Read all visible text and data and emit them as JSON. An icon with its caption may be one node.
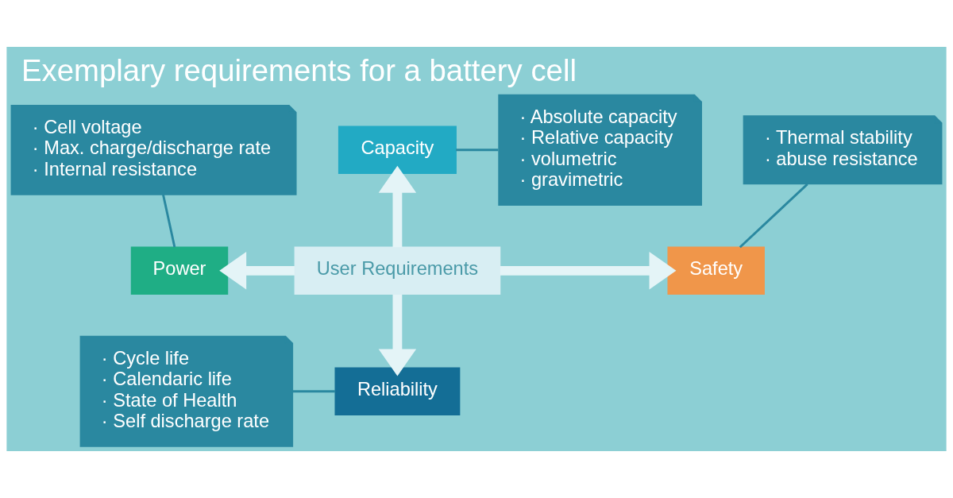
{
  "diagram": {
    "title": "Exemplary requirements for a battery cell",
    "nodes": [
      {
        "text": [
          "User Requirements"
        ]
      },
      {
        "text": [
          "Capacity"
        ]
      },
      {
        "text": [
          "Safety"
        ]
      },
      {
        "text": [
          "Power"
        ]
      },
      {
        "text": [
          "Reliability"
        ]
      },
      {
        "text": [
          "· Absolute capacity",
          "· Relative capacity",
          "· volumetric",
          "· gravimetric"
        ]
      },
      {
        "text": [
          "· Thermal stability",
          "· abuse resistance"
        ]
      },
      {
        "text": [
          "· Cell voltage",
          "· Max. charge/discharge rate",
          "· Internal resistance"
        ]
      },
      {
        "text": [
          "· Cycle life",
          "· Calendaric life",
          "· State of Health",
          "· Self discharge rate"
        ]
      }
    ],
    "edges": [
      {
        "from": 0,
        "to": 1,
        "arrow": "to",
        "style": "thick"
      },
      {
        "from": 0,
        "to": 2,
        "arrow": "to",
        "style": "thick"
      },
      {
        "from": 0,
        "to": 3,
        "arrow": "to",
        "style": "thick"
      },
      {
        "from": 0,
        "to": 4,
        "arrow": "to",
        "style": "thick"
      },
      {
        "from": 5,
        "to": 1,
        "arrow": "none",
        "color": "#2a88a0"
      },
      {
        "from": 6,
        "to": 2,
        "arrow": "none",
        "color": "#2a88a0"
      },
      {
        "from": 7,
        "to": 3,
        "arrow": "none",
        "color": "#2a88a0"
      },
      {
        "from": 8,
        "to": 4,
        "arrow": "none",
        "color": "#2a88a0"
      }
    ]
  }
}
